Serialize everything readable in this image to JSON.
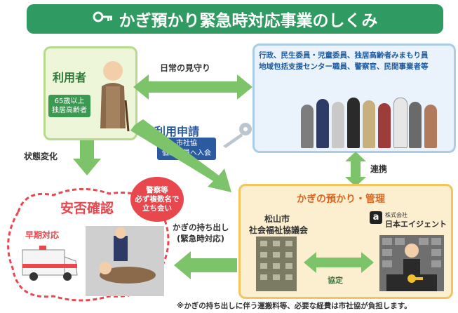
{
  "title": "かぎ預かり緊急時対応事業のしくみ",
  "user_box": {
    "label": "利用者",
    "sub_line1": "65歳以上",
    "sub_line2": "独居高齢者"
  },
  "watchers_box": {
    "line1": "行政、民生委員・児童委員、独居高齢者みまもり員",
    "line2": "地域包括支援センター職員、警察官、民間事業者等"
  },
  "arrow_daily": "日常の見守り",
  "apply": {
    "label": "利用申請",
    "tag_line1": "市社協",
    "tag_line2": "個人会員へ入会"
  },
  "change": "状態変化",
  "coordination": "連携",
  "police_bubble": {
    "line1": "警察等",
    "line2": "必ず複数名で",
    "line3": "立ち会い"
  },
  "safety": {
    "label": "安否確認",
    "early": "早期対応"
  },
  "carry_out": {
    "line1": "かぎの持ち出し",
    "line2": "(緊急時対応)"
  },
  "storage_box": {
    "label": "かぎの預かり・管理",
    "org1_line1": "松山市",
    "org1_line2": "社会福祉協議会",
    "org2_small": "株式会社",
    "org2_name": "日本エイジェント",
    "agreement": "協定"
  },
  "footnote": "※かぎの持ち出しに伴う運搬料等、必要な経費は市社協が負担します。",
  "colors": {
    "title_green": "#2f9a62",
    "arrow_green": "#7cc36a",
    "red": "#e8474e",
    "navy": "#2b5aa0",
    "orange_text": "#d9661f"
  }
}
